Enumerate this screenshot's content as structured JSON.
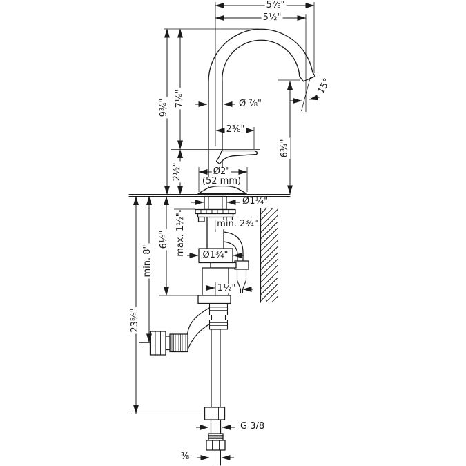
{
  "drawing": {
    "type": "faucet installation dimensional drawing",
    "units": "inches"
  },
  "dims": {
    "reach_tip": "5⅞\"",
    "reach_aerator": "5½\"",
    "height_spout_top": "9¾\"",
    "height_above_handle": "7¼\"",
    "height_handle_zone": "2½\"",
    "spout_pipe_dia": "Ø ⅞\"",
    "handle_reach": "2⅜\"",
    "base_dia": "Ø2\"",
    "base_dia_mm": "(52 mm)",
    "outlet_angle": "15°",
    "outlet_height": "6¾\"",
    "shank_dia": "Ø1¼\"",
    "wall_distance": "min. 2¾\"",
    "counter_thickness": "max. 1½\"",
    "shank_length": "6⅛\"",
    "hose_min_length": "min. 8\"",
    "valve_dia": "Ø1¾\"",
    "hose_offset": "1½\"",
    "supply_length": "23⅝\"",
    "thread": "G 3/8",
    "thread_dia": "⅜"
  }
}
